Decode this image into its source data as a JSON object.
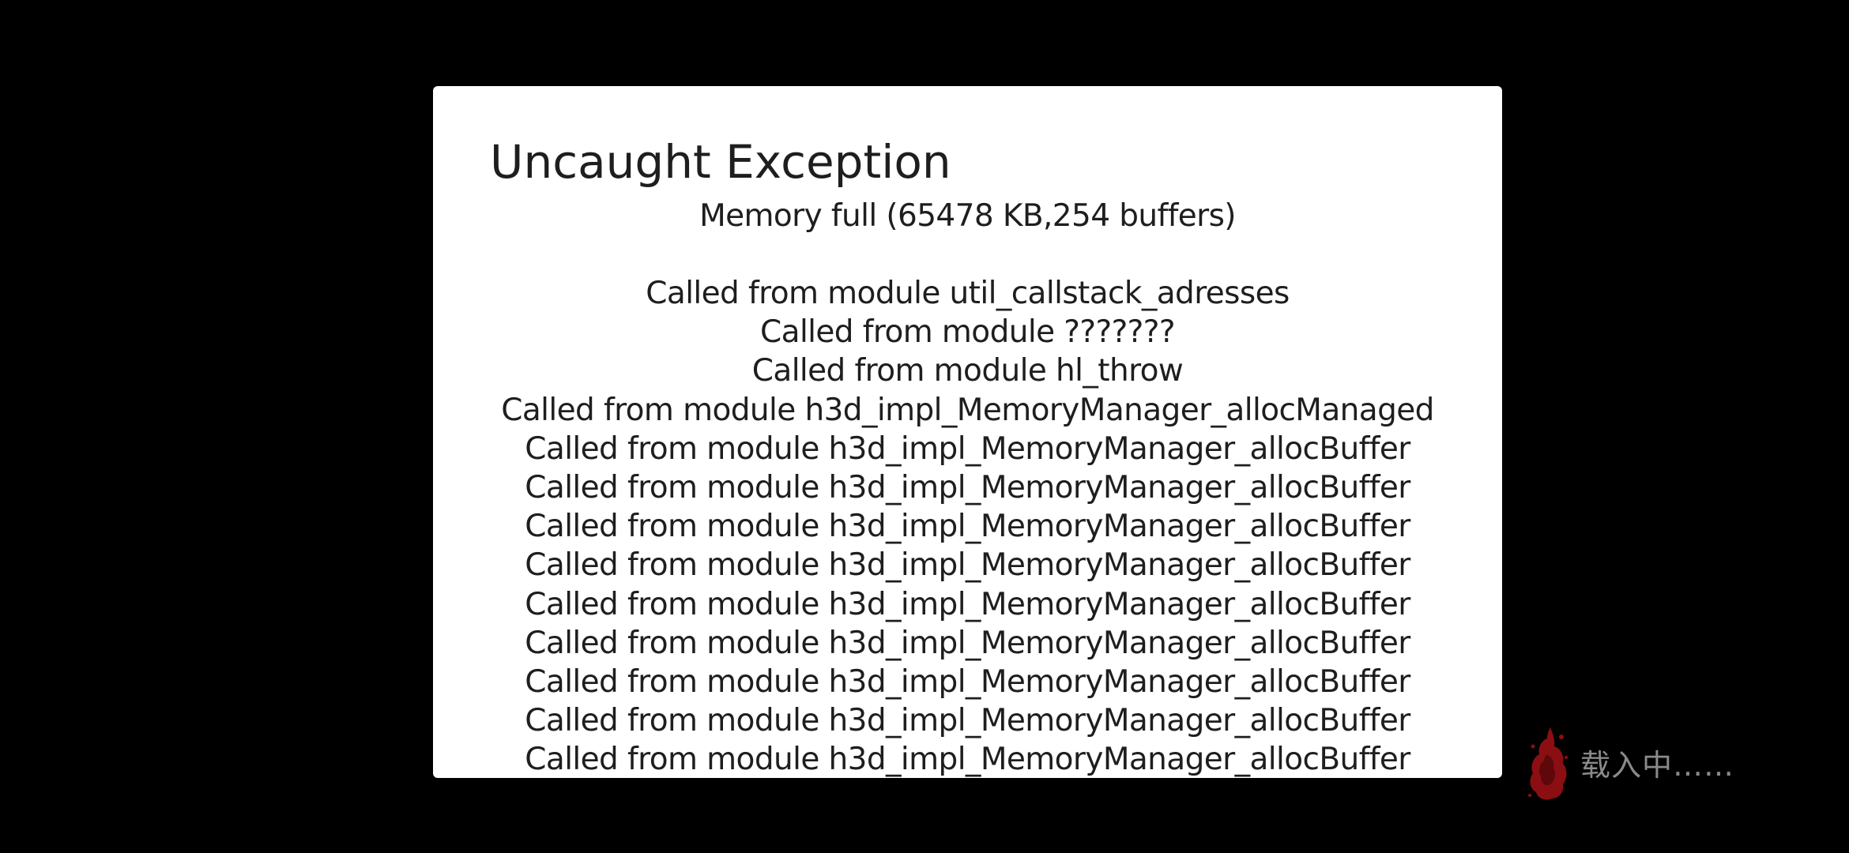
{
  "dialog": {
    "title": "Uncaught Exception",
    "message": "Memory full (65478 KB,254 buffers)",
    "callstack": [
      "Called from module util_callstack_adresses",
      "Called from module ???????",
      "Called from module hl_throw",
      "Called from module h3d_impl_MemoryManager_allocManaged",
      "Called from module h3d_impl_MemoryManager_allocBuffer",
      "Called from module h3d_impl_MemoryManager_allocBuffer",
      "Called from module h3d_impl_MemoryManager_allocBuffer",
      "Called from module h3d_impl_MemoryManager_allocBuffer",
      "Called from module h3d_impl_MemoryManager_allocBuffer",
      "Called from module h3d_impl_MemoryManager_allocBuffer",
      "Called from module h3d_impl_MemoryManager_allocBuffer",
      "Called from module h3d_impl_MemoryManager_allocBuffer",
      "Called from module h3d_impl_MemoryManager_allocBuffer"
    ]
  },
  "loading": {
    "text": "载入中……",
    "icon": "blood-splatter-icon",
    "icon_color": "#8b0f12",
    "text_color": "#8a8a8a"
  },
  "colors": {
    "background": "#000000",
    "dialog_background": "#ffffff",
    "text": "#1e1e1e"
  }
}
